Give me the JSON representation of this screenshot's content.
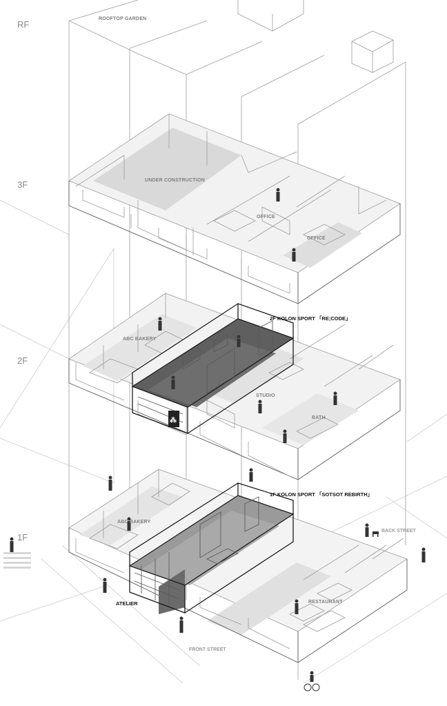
{
  "floors": [
    "RF",
    "3F",
    "2F",
    "1F"
  ],
  "rooms": {
    "rooftop": "ROOFTOP GARDEN",
    "under_construction": "UNDER CONSTRUCTION",
    "office_1": "OFFICE",
    "office_2": "OFFICE",
    "abc_bakery_2f": "ABC BAKERY",
    "studio": "STUDIO",
    "bath": "BATH",
    "abc_bakery_1f": "ABC BAKERY",
    "restaurant": "RESTAURANT"
  },
  "stores": {
    "floor2": "2F KOLON SPORT 「RE;CODE」",
    "floor1": "1F KOLON SPORT 「SOTSOT REBIRTH」",
    "atelier": "ATELIER"
  },
  "streets": {
    "front": "FRONT STREET",
    "back": "BACK STREET"
  },
  "colors": {
    "line": "#9c9c9c",
    "dark_line": "#1c1c1c",
    "floor_fill": "#dcdcdc",
    "highlight_floor": "#5f5f5f"
  }
}
